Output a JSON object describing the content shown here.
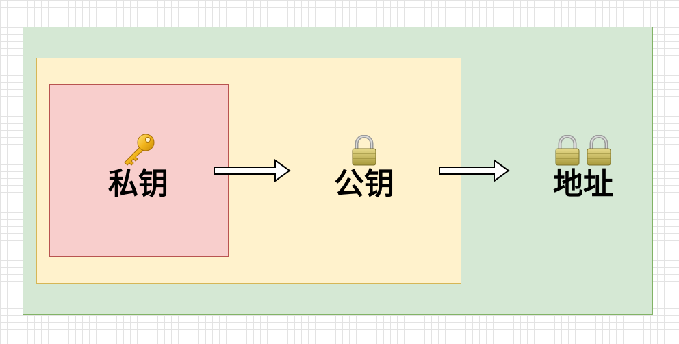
{
  "diagram": {
    "private_key": {
      "label": "私钥",
      "icon": "key-icon"
    },
    "public_key": {
      "label": "公钥",
      "icon": "lock-icon"
    },
    "address": {
      "label": "地址",
      "icons": [
        "lock-icon",
        "lock-icon"
      ]
    },
    "colors": {
      "outer_fill": "#d5e8d4",
      "outer_border": "#82b366",
      "middle_fill": "#fff2cc",
      "middle_border": "#d6b656",
      "inner_fill": "#f8cecc",
      "inner_border": "#b85450"
    }
  }
}
